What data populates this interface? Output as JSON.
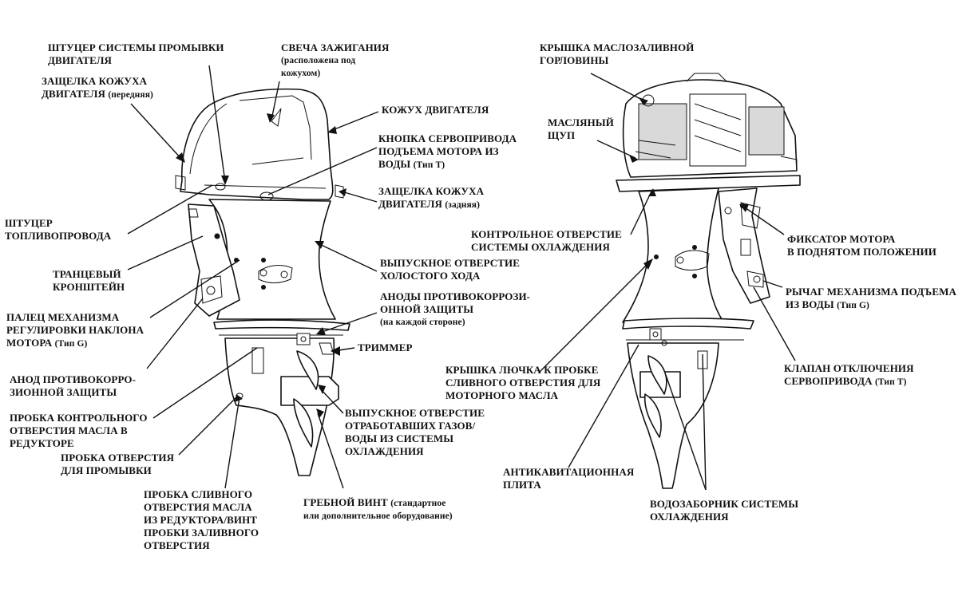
{
  "colors": {
    "ink": "#111111",
    "background": "#ffffff"
  },
  "labels": {
    "flush_fitting": {
      "l1": "ШТУЦЕР СИСТЕМЫ ПРОМЫВКИ",
      "l2": "ДВИГАТЕЛЯ"
    },
    "spark_plug": {
      "l1": "СВЕЧА ЗАЖИГАНИЯ",
      "l2": "(расположена под",
      "l3": "кожухом)"
    },
    "front_latch": {
      "l1": "ЗАЩЕЛКА КОЖУХА",
      "l2": "ДВИГАТЕЛЯ",
      "l2_small": "(передняя)"
    },
    "engine_cowl": {
      "l1": "КОЖУХ ДВИГАТЕЛЯ"
    },
    "tilt_button": {
      "l1": "КНОПКА СЕРВОПРИВОДА",
      "l2": "ПОДЪЕМА МОТОРА ИЗ",
      "l3": "ВОДЫ",
      "l3_small": "(Тип T)"
    },
    "rear_latch": {
      "l1": "ЗАЩЕЛКА КОЖУХА",
      "l2": "ДВИГАТЕЛЯ",
      "l2_small": "(задняя)"
    },
    "fuel_fitting": {
      "l1": "ШТУЦЕР",
      "l2": "ТОПЛИВОПРОВОДА"
    },
    "idle_exhaust": {
      "l1": "ВЫПУСКНОЕ ОТВЕРСТИЕ",
      "l2": "ХОЛОСТОГО ХОДА"
    },
    "transom_bracket": {
      "l1": "ТРАНЦЕВЫЙ",
      "l2": "КРОНШТЕЙН"
    },
    "anodes_each_side": {
      "l1": "АНОДЫ ПРОТИВОКОРРОЗИ-",
      "l2": "ОННОЙ ЗАЩИТЫ",
      "l3_small": "(на каждой стороне)"
    },
    "trim_pin": {
      "l1": "ПАЛЕЦ МЕХАНИЗМА",
      "l2": "РЕГУЛИРОВКИ НАКЛОНА",
      "l3": "МОТОРА",
      "l3_small": "(Тип G)"
    },
    "trim_tab": {
      "l1": "ТРИММЕР"
    },
    "anode": {
      "l1": "АНОД ПРОТИВОКОРРО-",
      "l2": "ЗИОННОЙ ЗАЩИТЫ"
    },
    "gear_check_plug": {
      "l1": "ПРОБКА КОНТРОЛЬНОГО",
      "l2": "ОТВЕРСТИЯ МАСЛА В",
      "l3": "РЕДУКТОРЕ"
    },
    "exhaust_outlet": {
      "l1": "ВЫПУСКНОЕ ОТВЕРСТИЕ",
      "l2": "ОТРАБОТАВШИХ ГАЗОВ/",
      "l3": "ВОДЫ ИЗ СИСТЕМЫ",
      "l4": "ОХЛАЖДЕНИЯ"
    },
    "flush_plug": {
      "l1": "ПРОБКА ОТВЕРСТИЯ",
      "l2": "ДЛЯ ПРОМЫВКИ"
    },
    "gear_drain_plug": {
      "l1": "ПРОБКА СЛИВНОГО",
      "l2": "ОТВЕРСТИЯ МАСЛА",
      "l3": "ИЗ РЕДУКТОРА/ВИНТ",
      "l4": "ПРОБКИ ЗАЛИВНОГО",
      "l5": "ОТВЕРСТИЯ"
    },
    "propeller": {
      "l1": "ГРЕБНОЙ ВИНТ",
      "l1_small": "(стандартное",
      "l2_small": "или дополнительное оборудование)"
    },
    "oil_fill_cap": {
      "l1": "КРЫШКА МАСЛОЗАЛИВНОЙ",
      "l2": "ГОРЛОВИНЫ"
    },
    "dipstick": {
      "l1": "МАСЛЯНЫЙ",
      "l2": "ЩУП"
    },
    "cooling_indicator": {
      "l1": "КОНТРОЛЬНОЕ ОТВЕРСТИЕ",
      "l2": "СИСТЕМЫ ОХЛАЖДЕНИЯ"
    },
    "tilt_lock": {
      "l1": "ФИКСАТОР МОТОРА",
      "l2": "В ПОДНЯТОМ ПОЛОЖЕНИИ"
    },
    "tilt_lever": {
      "l1": "РЫЧАГ МЕХАНИЗМА ПОДЪЕМА",
      "l2": "ИЗ ВОДЫ",
      "l2_small": "(Тип G)"
    },
    "oil_drain_cover": {
      "l1": "КРЫШКА ЛЮЧКА К ПРОБКЕ",
      "l2": "СЛИВНОГО ОТВЕРСТИЯ ДЛЯ",
      "l3": "МОТОРНОГО МАСЛА"
    },
    "relief_valve": {
      "l1": "КЛАПАН ОТКЛЮЧЕНИЯ",
      "l2": "СЕРВОПРИВОДА",
      "l2_small": "(Тип T)"
    },
    "anti_cavitation": {
      "l1": "АНТИКАВИТАЦИОННАЯ",
      "l2": "ПЛИТА"
    },
    "water_intake": {
      "l1": "ВОДОЗАБОРНИК СИСТЕМЫ",
      "l2": "ОХЛАЖДЕНИЯ"
    }
  }
}
